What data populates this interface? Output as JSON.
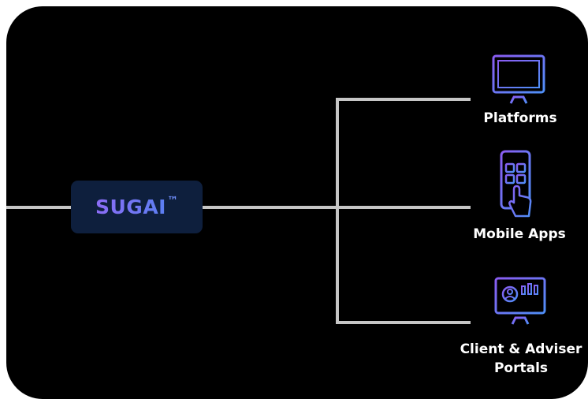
{
  "diagram": {
    "center_node": {
      "label": "SUGAI",
      "trademark": "™"
    },
    "branches": [
      {
        "label": "Platforms",
        "icon": "monitor-icon"
      },
      {
        "label": "Mobile Apps",
        "icon": "mobile-touch-icon"
      },
      {
        "label_line1": "Client & Adviser",
        "label_line2": "Portals",
        "icon": "dashboard-monitor-icon"
      }
    ]
  },
  "colors": {
    "panel_background": "#000000",
    "connector": "#c6c6c6",
    "node_background": "#0e1f3d",
    "icon_gradient_start": "#7a5cf0",
    "icon_gradient_end": "#4f8ff7",
    "text": "#ffffff"
  }
}
